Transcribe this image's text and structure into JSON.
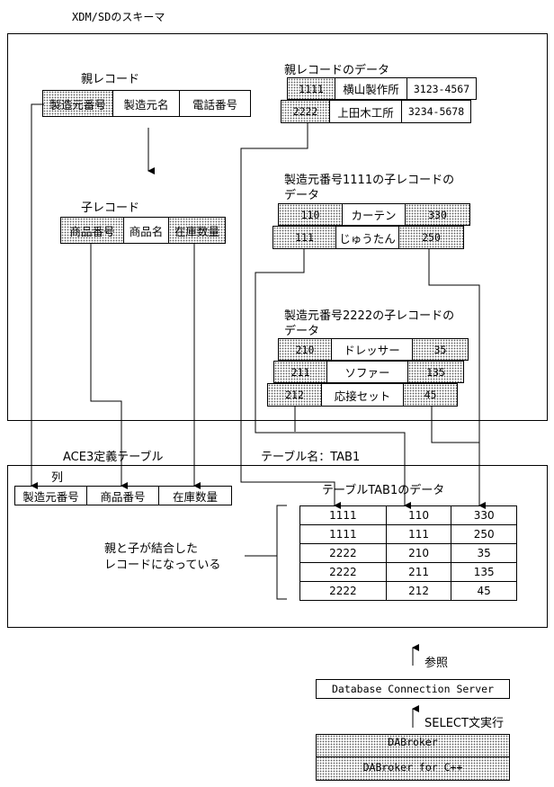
{
  "schema_title": "XDM/SDのスキーマ",
  "parent_record": {
    "label": "親レコード",
    "fields": [
      "製造元番号",
      "製造元名",
      "電話番号"
    ]
  },
  "child_record": {
    "label": "子レコード",
    "fields": [
      "商品番号",
      "商品名",
      "在庫数量"
    ]
  },
  "parent_data": {
    "label": "親レコードのデータ",
    "rows": [
      [
        "1111",
        "横山製作所",
        "3123-4567"
      ],
      [
        "2222",
        "上田木工所",
        "3234-5678"
      ]
    ]
  },
  "child_data_1111": {
    "label_line1": "製造元番号1111の子レコードの",
    "label_line2": "データ",
    "rows": [
      [
        "110",
        "カーテン",
        "330"
      ],
      [
        "111",
        "じゅうたん",
        "250"
      ]
    ]
  },
  "child_data_2222": {
    "label_line1": "製造元番号2222の子レコードの",
    "label_line2": "データ",
    "rows": [
      [
        "210",
        "ドレッサー",
        "35"
      ],
      [
        "211",
        "ソファー",
        "135"
      ],
      [
        "212",
        "応接セット",
        "45"
      ]
    ]
  },
  "ace3": {
    "label": "ACE3定義テーブル",
    "table_name": "テーブル名：TAB1",
    "columns_label": "列",
    "columns": [
      "製造元番号",
      "商品番号",
      "在庫数量"
    ]
  },
  "tab1_data": {
    "label": "テーブルTAB1のデータ",
    "rows": [
      [
        "1111",
        "110",
        "330"
      ],
      [
        "1111",
        "111",
        "250"
      ],
      [
        "2222",
        "210",
        "35"
      ],
      [
        "2222",
        "211",
        "135"
      ],
      [
        "2222",
        "212",
        "45"
      ]
    ],
    "note_line1": "親と子が結合した",
    "note_line2": "レコードになっている"
  },
  "bottom": {
    "ref_label": "参照",
    "server": "Database Connection Server",
    "select_label": "SELECT文実行",
    "broker1": "DABroker",
    "broker2": "DABroker for C++"
  }
}
